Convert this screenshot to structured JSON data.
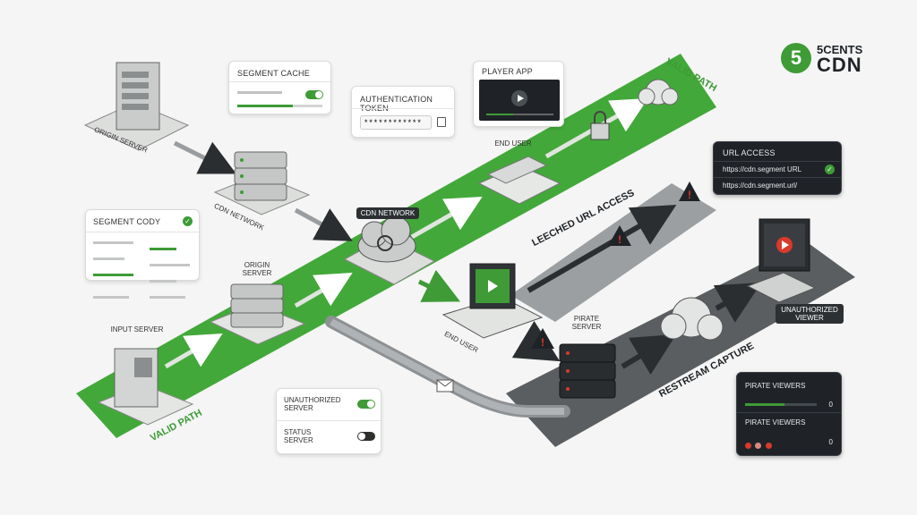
{
  "brand": {
    "number": "5",
    "line1": "5CENTS",
    "line2": "CDN",
    "accent": "#3e9b36"
  },
  "paths": {
    "valid_top": "VALID PATH",
    "valid_bottom": "VALID PATH",
    "leeched": "LEECHED URL ACCESS",
    "restream": "RESTREAM CAPTURE"
  },
  "nodes": {
    "origin_server_top": "ORIGIN SERVER",
    "cdn_network_small": "CDN NETWORK",
    "origin_server_mid": "ORIGIN\nSERVER",
    "input_server": "INPUT SERVER",
    "cdn_network_main": "CDN NETWORK",
    "end_user_top": "END USER",
    "end_user_laptop": "END USER",
    "pirate_server": "PIRATE\nSERVER",
    "unauthorized_viewer": "UNAUTHORIZED\nVIEWER"
  },
  "cards": {
    "segment_cache": {
      "title": "SEGMENT CACHE"
    },
    "auth_token": {
      "title": "AUTHENTICATION TOKEN",
      "value": "************"
    },
    "player_app": {
      "title": "PLAYER APP"
    },
    "segment_copy": {
      "title": "SEGMENT CODY"
    },
    "url_access": {
      "title": "URL ACCESS",
      "rows": [
        "https://cdn.segment URL",
        "https://cdn.segment.url/"
      ]
    },
    "status": {
      "unauthorized": "UNAUTHORIZED\nSERVER",
      "status": "STATUS\nSERVER"
    },
    "pirate_viewers": {
      "title1": "PIRATE VIEWERS",
      "value1": "0",
      "title2": "PIRATE VIEWERS",
      "value2": "0"
    }
  },
  "colors": {
    "valid": "#3e9b36",
    "attack": "#5a5d60",
    "alert": "#d93a2b",
    "dark": "#1f2328"
  }
}
